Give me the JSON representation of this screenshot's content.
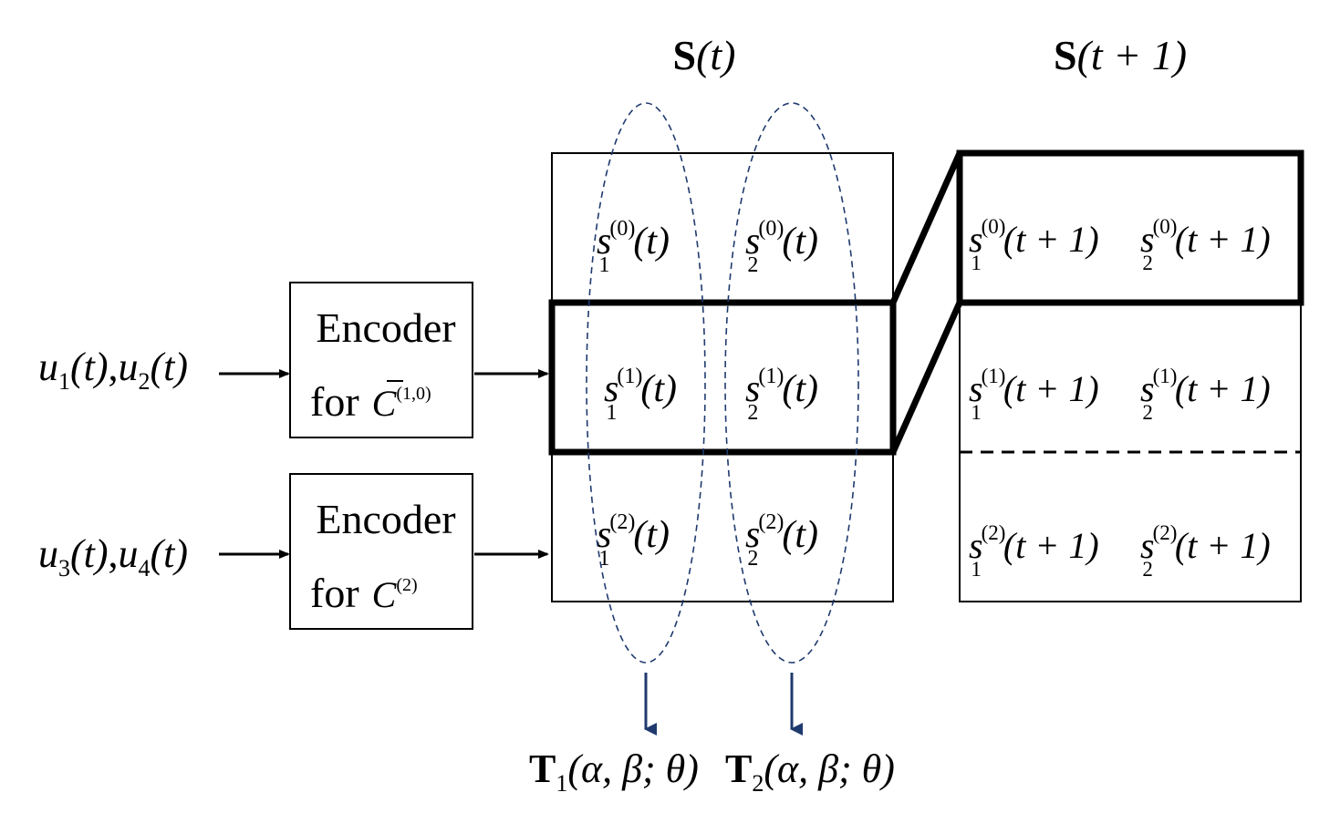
{
  "state_t": {
    "label_bold": "S",
    "label_rest": "(t)"
  },
  "state_t1": {
    "label_bold": "S",
    "label_rest": "(t + 1)"
  },
  "inputs": [
    {
      "u_a": "u",
      "sub_a": "1",
      "u_b": "u",
      "sub_b": "2",
      "arg": "(t)"
    },
    {
      "u_a": "u",
      "sub_a": "3",
      "u_b": "u",
      "sub_b": "4",
      "arg": "(t)"
    }
  ],
  "encoders": [
    {
      "line1": "Encoder",
      "for": "for",
      "code": "C",
      "code_sup": "(1,0)",
      "bar": true
    },
    {
      "line1": "Encoder",
      "for": "for",
      "code": "C",
      "code_sup": "(2)",
      "bar": false
    }
  ],
  "cells_t": [
    [
      {
        "s": "s",
        "sub": "1",
        "sup": "(0)",
        "arg": "(t)"
      },
      {
        "s": "s",
        "sub": "2",
        "sup": "(0)",
        "arg": "(t)"
      }
    ],
    [
      {
        "s": "s",
        "sub": "1",
        "sup": "(1)",
        "arg": "(t)"
      },
      {
        "s": "s",
        "sub": "2",
        "sup": "(1)",
        "arg": "(t)"
      }
    ],
    [
      {
        "s": "s",
        "sub": "1",
        "sup": "(2)",
        "arg": "(t)"
      },
      {
        "s": "s",
        "sub": "2",
        "sup": "(2)",
        "arg": "(t)"
      }
    ]
  ],
  "cells_t1": [
    [
      {
        "s": "s",
        "sub": "1",
        "sup": "(0)",
        "arg": "(t + 1)"
      },
      {
        "s": "s",
        "sub": "2",
        "sup": "(0)",
        "arg": "(t + 1)"
      }
    ],
    [
      {
        "s": "s",
        "sub": "1",
        "sup": "(1)",
        "arg": "(t + 1)"
      },
      {
        "s": "s",
        "sub": "2",
        "sup": "(1)",
        "arg": "(t + 1)"
      }
    ],
    [
      {
        "s": "s",
        "sub": "1",
        "sup": "(2)",
        "arg": "(t + 1)"
      },
      {
        "s": "s",
        "sub": "2",
        "sup": "(2)",
        "arg": "(t + 1)"
      }
    ]
  ],
  "transforms": [
    {
      "T": "T",
      "sub": "1",
      "args": "(α, β; θ)"
    },
    {
      "T": "T",
      "sub": "2",
      "args": "(α, β; θ)"
    }
  ],
  "colors": {
    "line": "#000000",
    "ellipse": "#1f3a6e",
    "down_arrow": "#1f3a6e"
  }
}
